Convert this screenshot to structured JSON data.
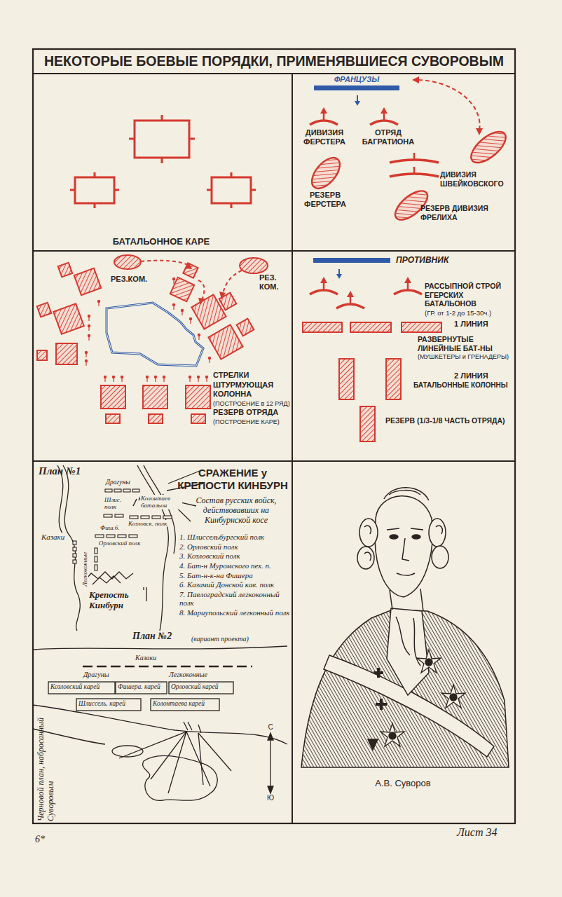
{
  "diagram": {
    "title": "НЕКОТОРЫЕ БОЕВЫЕ ПОРЯДКИ, ПРИМЕНЯВШИЕСЯ СУВОРОВЫМ",
    "nodes": [
      {
        "text": [
          "ФРАНЦУЗЫ"
        ]
      },
      {
        "text": [
          "ПРОТИВНИК"
        ]
      }
    ],
    "labels": [
      "БАТАЛЬОННОЕ КАРЕ",
      "ДИВИЗИЯ ФЕРСТЕРА",
      "ОТРЯД БАГРАТИОНА",
      "РЕЗЕРВ ФЕРСТЕРА",
      "ДИВИЗИЯ ШВЕЙКОВСКОГО",
      "РЕЗЕРВ ДИВИЗИЯ ФРЕЛИХА",
      "РЕЗ.КОМ.",
      "РЕЗ. КОМ.",
      "СТРЕЛКИ",
      "ШТУРМУЮЩАЯ КОЛОННА",
      "(ПОСТРОЕНИЕ в 12 РЯД)",
      "РЕЗЕРВ ОТРЯДА",
      "(ПОСТРОЕНИЕ КАРЕ)",
      "РАССЫПНОЙ СТРОЙ ЕГЕРСКИХ БАТАЛЬОНОВ",
      "(ГР. от 1-2 до 15-30ч.)",
      "1 ЛИНИЯ",
      "РАЗВЕРНУТЫЕ ЛИНЕЙНЫЕ БАТ-НЫ",
      "(МУШКЕТЕРЫ и ГРЕНАДЕРЫ)",
      "2 ЛИНИЯ",
      "БАТАЛЬОННЫЕ КОЛОННЫ",
      "РЕЗЕРВ (1/3-1/8 ЧАСТЬ ОТРЯДА)",
      "План №1",
      "СРАЖЕНИЕ у КРЕПОСТИ КИНБУРН",
      "Состав русских войск, действовавших на Кинбурнской косе",
      "1. Шлиссельбургский полк",
      "2. Орловский полк",
      "3. Козловский полк",
      "4. Бат-н Муромского пех. п.",
      "5. Бат-н-к-на Фишера",
      "6. Казачий Донской кав. полк",
      "7. Павлоградский легкоконный полк",
      "8. Мариупольский легконный полк",
      "Драгуны",
      "Шлис. полк",
      "Колонтаев батальон",
      "Казаки",
      "Козловск. полк",
      "Легкоконные",
      "Фиш.б.",
      "Орловский полк",
      "Крепость Кинбурн",
      "План №2",
      "(вариант проекта)",
      "Казаки",
      "Драгуны",
      "Легкоконные",
      "Козловский карей",
      "Фишера. карей",
      "Орловский карей",
      "Шлиссель. карей",
      "Колонтаева карей",
      "С",
      "Ю",
      "Черновой план, набросанный Суворовым",
      "А.В. Суворов",
      "Лист 34",
      "6*"
    ]
  }
}
